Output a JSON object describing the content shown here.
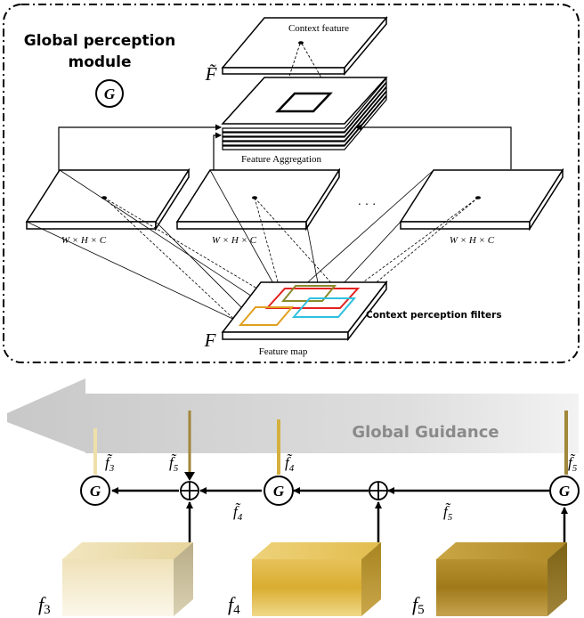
{
  "module": {
    "title_line1": "Global perception",
    "title_line2": "module",
    "symbol": "G"
  },
  "labels": {
    "context_feature": "Context feature",
    "f_tilde": "F̃",
    "feature_aggregation": "Feature Aggregation",
    "whc": "W × H × C",
    "ellipsis": "· · ·",
    "context_filters": "Context perception filters",
    "f_plain": "F",
    "feature_map": "Feature map"
  },
  "guidance": {
    "label": "Global  Guidance"
  },
  "nodes": {
    "g_symbol": "G",
    "plus_symbol": "⊕"
  },
  "features": {
    "f3": {
      "base": "f",
      "sub": "3"
    },
    "f4": {
      "base": "f",
      "sub": "4"
    },
    "f5": {
      "base": "f",
      "sub": "5"
    },
    "ft3": {
      "base": "f̃",
      "sub": "3"
    },
    "ft4": {
      "base": "f̃",
      "sub": "4"
    },
    "ft5": {
      "base": "f̃",
      "sub": "5"
    }
  },
  "colors": {
    "filter_red": "#e32020",
    "filter_olive": "#8a8a2a",
    "filter_orange": "#e0a020",
    "filter_cyan": "#30c0e0",
    "gold_light": "#e8d9a8",
    "gold_mid": "#d9b84a",
    "gold_dark": "#a6862a",
    "guidance_gray": "#d4d4d4"
  }
}
